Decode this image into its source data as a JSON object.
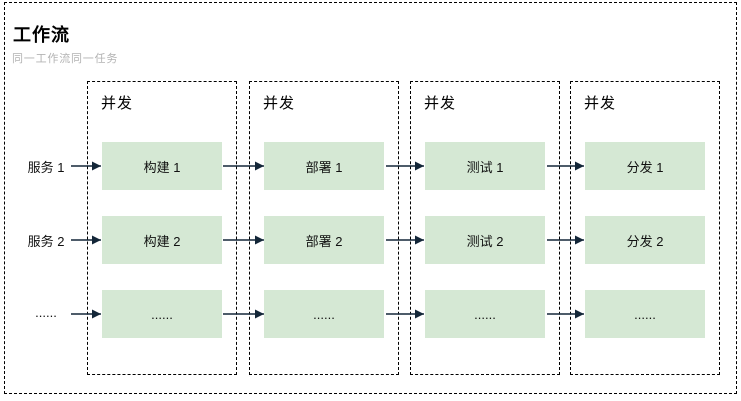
{
  "title": "工作流",
  "subtitle": "同一工作流同一任务",
  "row_labels": [
    "服务 1",
    "服务 2",
    "......"
  ],
  "lanes": [
    {
      "header": "并发",
      "boxes": [
        "构建 1",
        "构建 2",
        "......"
      ]
    },
    {
      "header": "并发",
      "boxes": [
        "部署 1",
        "部署 2",
        "......"
      ]
    },
    {
      "header": "并发",
      "boxes": [
        "测试 1",
        "测试 2",
        "......"
      ]
    },
    {
      "header": "并发",
      "boxes": [
        "分发 1",
        "分发 2",
        "......"
      ]
    }
  ],
  "colors": {
    "task_box_fill": "#d5e8d4",
    "arrow": "#132638",
    "frame_border": "#000000",
    "subtitle_text": "#b3b3b3"
  }
}
